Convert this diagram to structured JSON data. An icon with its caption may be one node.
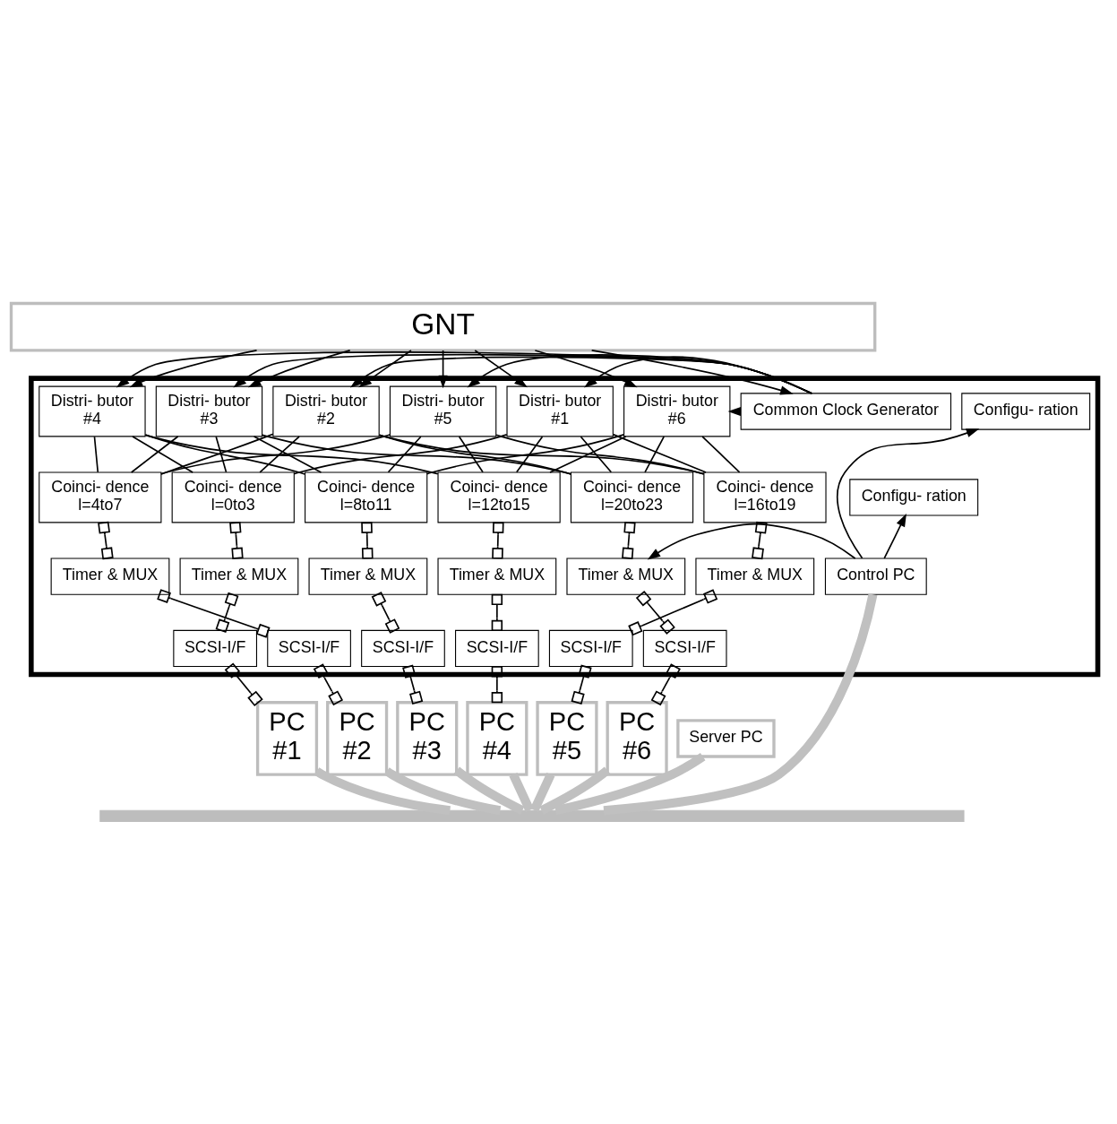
{
  "diagram": {
    "nodes": [
      {
        "text": [
          "GNT"
        ]
      },
      {
        "text": [],
        "shape": "box"
      },
      {
        "text": [
          "Distri- butor",
          "#1"
        ],
        "in": 1
      },
      {
        "text": [
          "Distri- butor",
          "#2"
        ],
        "in": 1
      },
      {
        "text": [
          "Distri- butor",
          "#3"
        ],
        "in": 1
      },
      {
        "text": [
          "Distri- butor",
          "#4"
        ],
        "in": 1
      },
      {
        "text": [
          "Distri- butor",
          "#5"
        ],
        "in": 1
      },
      {
        "text": [
          "Distri- butor",
          "#6"
        ],
        "in": 1
      },
      {
        "text": [
          "Configu- ration"
        ],
        "in": 1
      },
      {
        "text": [
          "Common Clock Generator"
        ],
        "in": 1
      },
      {
        "text": [
          "Coinci- dence",
          "l=0to3"
        ],
        "in": 1
      },
      {
        "text": [
          "Coinci- dence",
          "l=4to7"
        ],
        "in": 1
      },
      {
        "text": [
          "Coinci- dence",
          "l=8to11"
        ],
        "in": 1
      },
      {
        "text": [
          "Coinci- dence",
          "l=12to15"
        ],
        "in": 1
      },
      {
        "text": [
          "Coinci- dence",
          "l=16to19"
        ],
        "in": 1
      },
      {
        "text": [
          "Coinci- dence",
          "l=20to23"
        ],
        "in": 1
      },
      {
        "text": [
          "Configu- ration"
        ],
        "in": 1
      },
      {
        "text": [
          "Timer & MUX"
        ],
        "in": 1
      },
      {
        "text": [
          "Timer & MUX"
        ],
        "in": 1
      },
      {
        "text": [
          "Timer & MUX"
        ],
        "in": 1
      },
      {
        "text": [
          "Timer & MUX"
        ],
        "in": 1
      },
      {
        "text": [
          "Timer & MUX"
        ],
        "in": 1
      },
      {
        "text": [
          "Timer & MUX"
        ],
        "in": 1
      },
      {
        "text": [
          "Control PC"
        ],
        "in": 1
      },
      {
        "text": [
          "SCSI-I/F"
        ],
        "in": 1
      },
      {
        "text": [
          "SCSI-I/F"
        ],
        "in": 1
      },
      {
        "text": [
          "SCSI-I/F"
        ],
        "in": 1
      },
      {
        "text": [
          "SCSI-I/F"
        ],
        "in": 1
      },
      {
        "text": [
          "SCSI-I/F"
        ],
        "in": 1
      },
      {
        "text": [
          "SCSI-I/F"
        ],
        "in": 1
      },
      {
        "text": [
          "PC",
          "#1"
        ]
      },
      {
        "text": [
          "PC",
          "#2"
        ]
      },
      {
        "text": [
          "PC",
          "#3"
        ]
      },
      {
        "text": [
          "PC",
          "#4"
        ]
      },
      {
        "text": [
          "PC",
          "#5"
        ]
      },
      {
        "text": [
          "PC",
          "#6"
        ]
      },
      {
        "text": [
          "Server PC"
        ]
      },
      {
        "text": [],
        "shape": "bar"
      }
    ],
    "edges": [
      {
        "from": 0,
        "to": 2,
        "arrow": "to"
      },
      {
        "from": 0,
        "to": 3,
        "arrow": "to"
      },
      {
        "from": 0,
        "to": 4,
        "arrow": "to"
      },
      {
        "from": 0,
        "to": 5,
        "arrow": "to"
      },
      {
        "from": 0,
        "to": 6,
        "arrow": "to"
      },
      {
        "from": 0,
        "to": 7,
        "arrow": "to"
      },
      {
        "from": 0,
        "to": 9,
        "arrow": "to"
      },
      {
        "from": 9,
        "to": 2,
        "arrow": "to"
      },
      {
        "from": 9,
        "to": 3,
        "arrow": "to"
      },
      {
        "from": 9,
        "to": 4,
        "arrow": "to"
      },
      {
        "from": 9,
        "to": 5,
        "arrow": "to"
      },
      {
        "from": 9,
        "to": 6,
        "arrow": "to"
      },
      {
        "from": 9,
        "to": 7,
        "arrow": "to"
      },
      {
        "from": 2,
        "to": 10,
        "arrow": "none"
      },
      {
        "from": 2,
        "to": 13,
        "arrow": "none"
      },
      {
        "from": 2,
        "to": 14,
        "arrow": "none"
      },
      {
        "from": 2,
        "to": 15,
        "arrow": "none"
      },
      {
        "from": 3,
        "to": 10,
        "arrow": "none"
      },
      {
        "from": 3,
        "to": 11,
        "arrow": "none"
      },
      {
        "from": 3,
        "to": 14,
        "arrow": "none"
      },
      {
        "from": 3,
        "to": 15,
        "arrow": "none"
      },
      {
        "from": 4,
        "to": 10,
        "arrow": "none"
      },
      {
        "from": 4,
        "to": 11,
        "arrow": "none"
      },
      {
        "from": 4,
        "to": 12,
        "arrow": "none"
      },
      {
        "from": 4,
        "to": 15,
        "arrow": "none"
      },
      {
        "from": 5,
        "to": 10,
        "arrow": "none"
      },
      {
        "from": 5,
        "to": 11,
        "arrow": "none"
      },
      {
        "from": 5,
        "to": 12,
        "arrow": "none"
      },
      {
        "from": 5,
        "to": 13,
        "arrow": "none"
      },
      {
        "from": 6,
        "to": 11,
        "arrow": "none"
      },
      {
        "from": 6,
        "to": 12,
        "arrow": "none"
      },
      {
        "from": 6,
        "to": 13,
        "arrow": "none"
      },
      {
        "from": 6,
        "to": 14,
        "arrow": "none"
      },
      {
        "from": 7,
        "to": 12,
        "arrow": "none"
      },
      {
        "from": 7,
        "to": 13,
        "arrow": "none"
      },
      {
        "from": 7,
        "to": 14,
        "arrow": "none"
      },
      {
        "from": 7,
        "to": 15,
        "arrow": "none"
      },
      {
        "from": 10,
        "to": 17,
        "arrow": "other"
      },
      {
        "from": 11,
        "to": 18,
        "arrow": "other"
      },
      {
        "from": 12,
        "to": 19,
        "arrow": "other"
      },
      {
        "from": 13,
        "to": 20,
        "arrow": "other"
      },
      {
        "from": 14,
        "to": 21,
        "arrow": "other"
      },
      {
        "from": 15,
        "to": 22,
        "arrow": "other"
      },
      {
        "from": 17,
        "to": 24,
        "arrow": "other"
      },
      {
        "from": 18,
        "to": 25,
        "arrow": "other"
      },
      {
        "from": 19,
        "to": 26,
        "arrow": "other"
      },
      {
        "from": 20,
        "to": 27,
        "arrow": "other"
      },
      {
        "from": 21,
        "to": 28,
        "arrow": "other"
      },
      {
        "from": 22,
        "to": 29,
        "arrow": "other"
      },
      {
        "from": 24,
        "to": 30,
        "arrow": "other"
      },
      {
        "from": 25,
        "to": 31,
        "arrow": "other"
      },
      {
        "from": 26,
        "to": 32,
        "arrow": "other"
      },
      {
        "from": 27,
        "to": 33,
        "arrow": "other"
      },
      {
        "from": 28,
        "to": 34,
        "arrow": "other"
      },
      {
        "from": 29,
        "to": 35,
        "arrow": "other"
      },
      {
        "from": 23,
        "to": 8,
        "arrow": "to"
      },
      {
        "from": 23,
        "to": 16,
        "arrow": "to"
      },
      {
        "from": 23,
        "to": 22,
        "arrow": "to"
      },
      {
        "from": 30,
        "to": 37,
        "arrow": "none",
        "style": "thick",
        "color": "#c0c0c0"
      },
      {
        "from": 31,
        "to": 37,
        "arrow": "none",
        "style": "thick",
        "color": "#c0c0c0"
      },
      {
        "from": 32,
        "to": 37,
        "arrow": "none",
        "style": "thick",
        "color": "#c0c0c0"
      },
      {
        "from": 33,
        "to": 37,
        "arrow": "none",
        "style": "thick",
        "color": "#c0c0c0"
      },
      {
        "from": 34,
        "to": 37,
        "arrow": "none",
        "style": "thick",
        "color": "#c0c0c0"
      },
      {
        "from": 35,
        "to": 37,
        "arrow": "none",
        "style": "thick",
        "color": "#c0c0c0"
      },
      {
        "from": 36,
        "to": 37,
        "arrow": "none",
        "style": "thick",
        "color": "#c0c0c0"
      },
      {
        "from": 23,
        "to": 37,
        "arrow": "none",
        "style": "thick",
        "color": "#c0c0c0"
      }
    ]
  }
}
